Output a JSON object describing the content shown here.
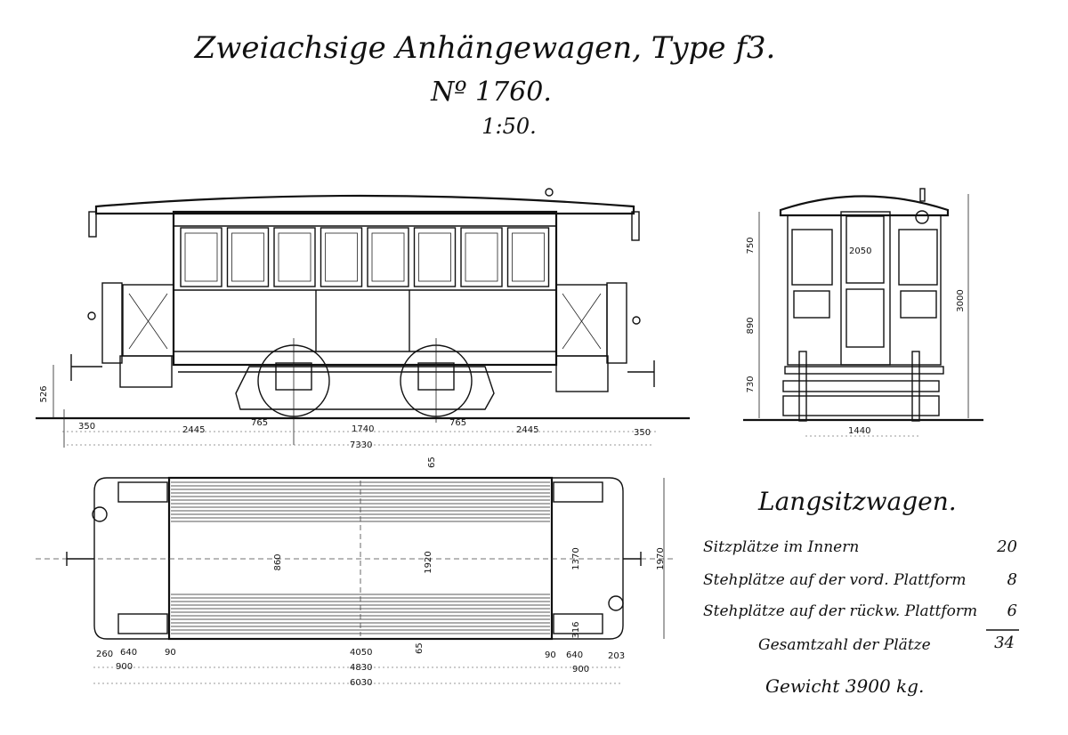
{
  "title": {
    "line1": "Zweiachsige Anhängewagen, Type f3.",
    "line2": "Nº 1760.",
    "scale": "1:50."
  },
  "side_view": {
    "dims": {
      "buffer_height": "526",
      "left_overhang": "350",
      "left_body": "2445",
      "left_axle_offset": "765",
      "wheelbase": "1740",
      "right_axle_offset": "765",
      "right_body": "2445",
      "right_overhang": "350",
      "total_length": "7330"
    }
  },
  "end_view": {
    "dims": {
      "upper": "750",
      "door_height": "2050",
      "middle": "890",
      "lower": "730",
      "total_height": "3000",
      "gauge": "1440"
    }
  },
  "plan_view": {
    "dims": {
      "wall": "65",
      "seat_width": "860",
      "interior_width": "1920",
      "platform_width": "1370",
      "total_width": "1970",
      "step": "316",
      "left_end": "260",
      "left_platform": "640",
      "left_wall": "90",
      "interior_length": "4050",
      "bottom_wall": "65",
      "right_wall": "90",
      "right_platform": "640",
      "right_end": "203",
      "left_platform_total": "900",
      "body_length": "4830",
      "right_platform_total": "900",
      "over_length": "6030"
    }
  },
  "capacity_table": {
    "heading": "Langsitzwagen.",
    "rows": [
      {
        "label": "Sitzplätze im Innern",
        "value": "20"
      },
      {
        "label": "Stehplätze auf der vord. Plattform",
        "value": "8"
      },
      {
        "label": "Stehplätze auf der rückw. Plattform",
        "value": "6"
      }
    ],
    "total_label": "Gesamtzahl der Plätze",
    "total_value": "34",
    "weight": "Gewicht 3900 kg."
  }
}
